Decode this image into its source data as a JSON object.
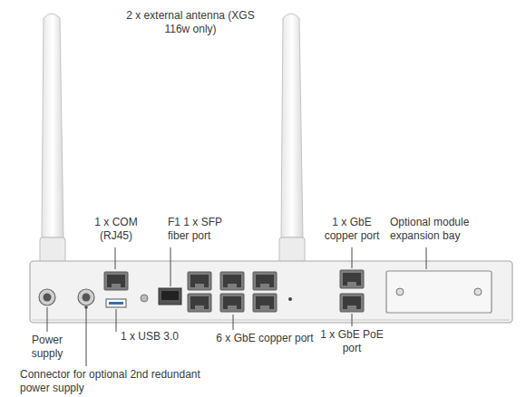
{
  "diagram": {
    "labels": [
      "2 x external antenna (XGS 116w only)",
      "1 x COM (RJ45)",
      "F1 1 x SFP fiber port",
      "1 x GbE copper port",
      "Optional module expansion bay",
      "Power supply",
      "Connector for optional 2nd redundant power supply",
      "1 x USB 3.0",
      "6 x GbE copper port",
      "1 x GbE PoE port"
    ]
  }
}
